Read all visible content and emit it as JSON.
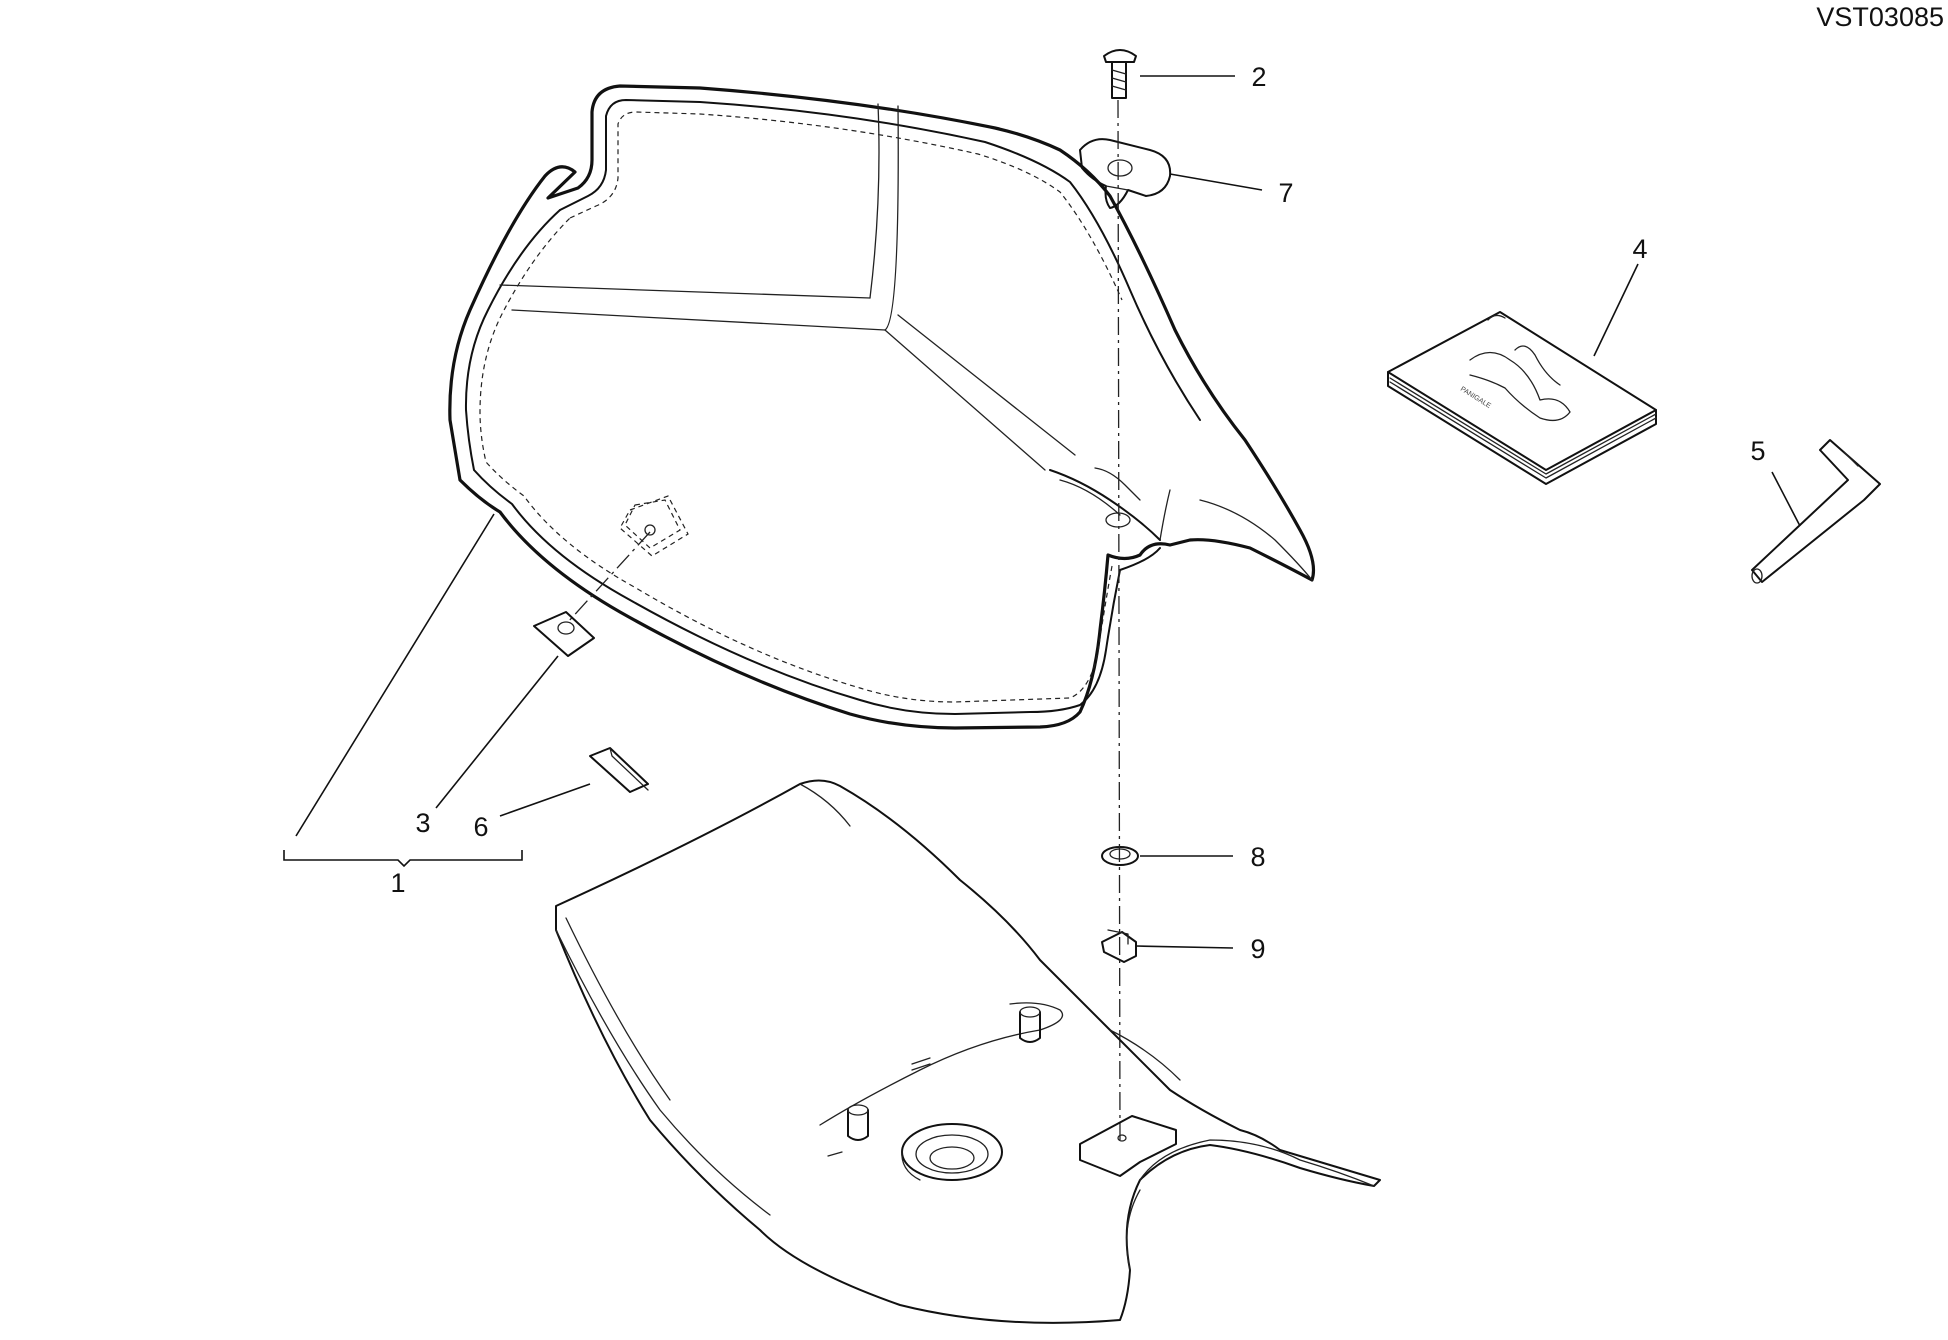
{
  "drawing_ref": "VST03085",
  "callouts": {
    "c1": "1",
    "c2": "2",
    "c3": "3",
    "c4": "4",
    "c5": "5",
    "c6": "6",
    "c7": "7",
    "c8": "8",
    "c9": "9"
  },
  "manual_cover_text": "PANIGALE"
}
